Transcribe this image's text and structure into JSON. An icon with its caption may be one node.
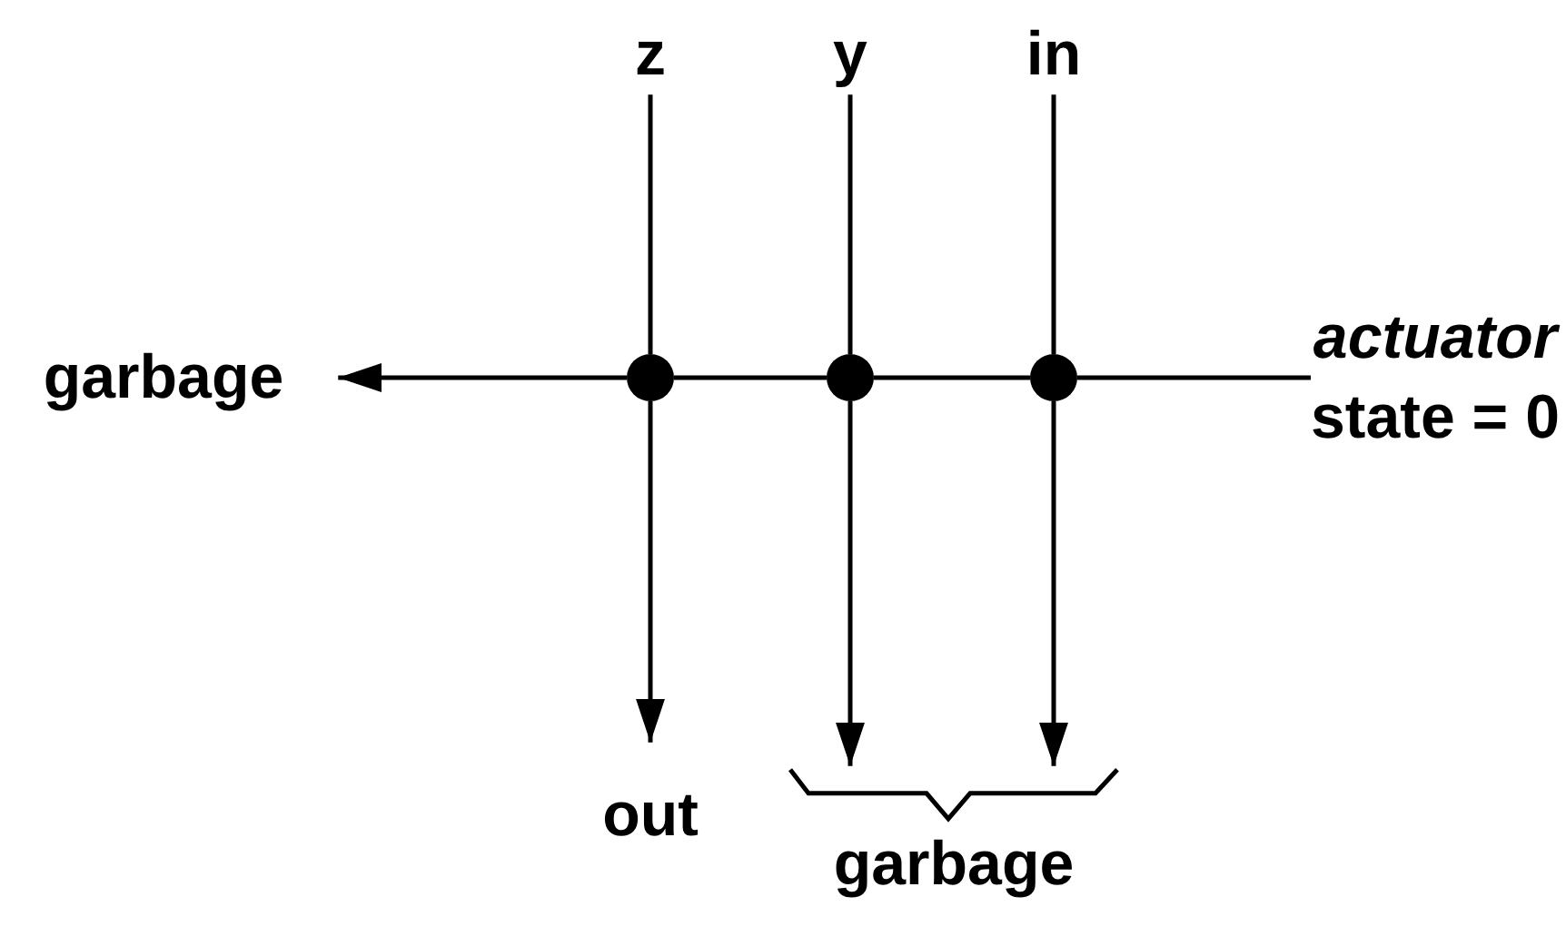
{
  "diagram": {
    "nodes": [
      {
        "text": [
          "z"
        ]
      },
      {
        "text": [
          "y"
        ]
      },
      {
        "text": [
          "in"
        ]
      },
      {
        "text": [
          "garbage"
        ]
      },
      {
        "text": [],
        "shape": "circle"
      },
      {
        "text": [],
        "shape": "circle"
      },
      {
        "text": [],
        "shape": "circle"
      },
      {
        "text": [
          "actuator",
          "state = 0"
        ]
      },
      {
        "text": [
          "out"
        ]
      },
      {
        "text": [
          "garbage"
        ]
      }
    ],
    "edges": [
      {
        "from": 0,
        "to": 4,
        "arrow": "none"
      },
      {
        "from": 4,
        "to": 8,
        "arrow": "to"
      },
      {
        "from": 1,
        "to": 5,
        "arrow": "none"
      },
      {
        "from": 5,
        "to": 9,
        "arrow": "to"
      },
      {
        "from": 2,
        "to": 6,
        "arrow": "none"
      },
      {
        "from": 6,
        "to": 9,
        "arrow": "to"
      },
      {
        "from": 7,
        "to": 6,
        "arrow": "none"
      },
      {
        "from": 6,
        "to": 5,
        "arrow": "none"
      },
      {
        "from": 5,
        "to": 4,
        "arrow": "none"
      },
      {
        "from": 4,
        "to": 3,
        "arrow": "to"
      }
    ]
  }
}
